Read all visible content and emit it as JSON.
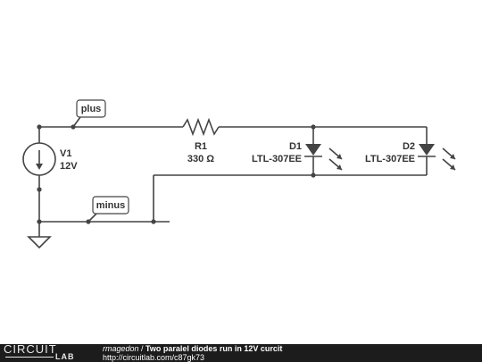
{
  "circuit": {
    "source": {
      "name": "V1",
      "value": "12V"
    },
    "resistor": {
      "name": "R1",
      "value": "330 Ω"
    },
    "diode1": {
      "name": "D1",
      "part": "LTL-307EE"
    },
    "diode2": {
      "name": "D2",
      "part": "LTL-307EE"
    },
    "net_plus": "plus",
    "net_minus": "minus"
  },
  "footer": {
    "logo_top": "CIRCUIT",
    "logo_bottom": "LAB",
    "author": "rmagedon",
    "separator": " / ",
    "title": "Two paralel diodes run in 12V curcit",
    "url": "http://circuitlab.com/c87gk73"
  },
  "colors": {
    "wire": "#444444",
    "footer_bg": "#1c1c1c",
    "footer_text": "#ffffff"
  }
}
